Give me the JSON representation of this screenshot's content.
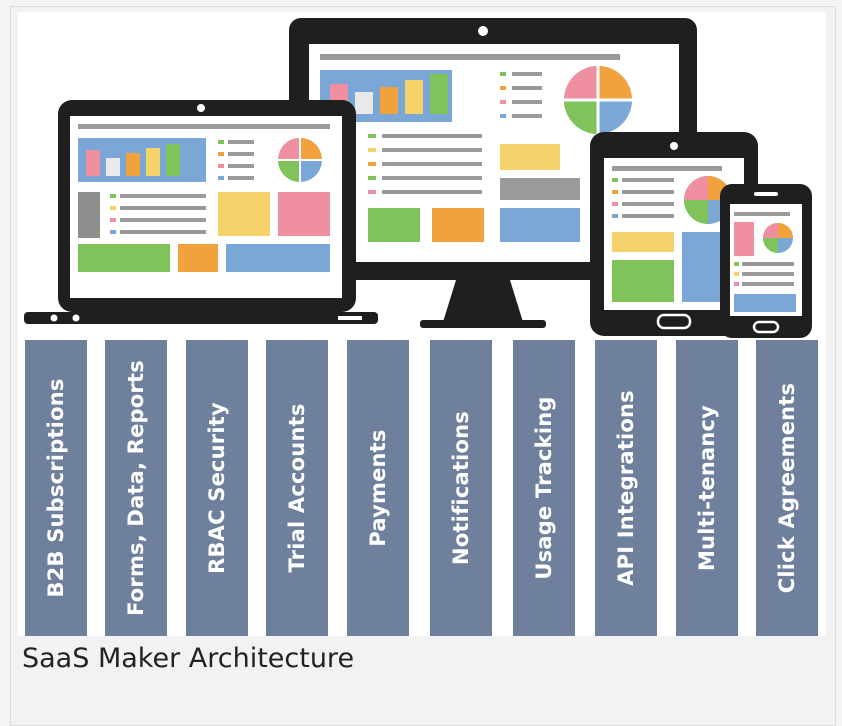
{
  "pillars": [
    "B2B Subscriptions",
    "Forms, Data, Reports",
    "RBAC Security",
    "Trial Accounts",
    "Payments",
    "Notifications",
    "Usage Tracking",
    "API Integrations",
    "Multi-tenancy",
    "Click Agreements"
  ],
  "caption": "SaaS Maker Architecture",
  "colors": {
    "pillar": "#6f809d",
    "device": "#1f1f1f",
    "screen_blue": "#7aa7d6",
    "pink": "#ef8fa0",
    "orange": "#f2a23c",
    "yellow": "#f6d36a",
    "green": "#7fc35a",
    "gray": "#8e8e8e"
  }
}
